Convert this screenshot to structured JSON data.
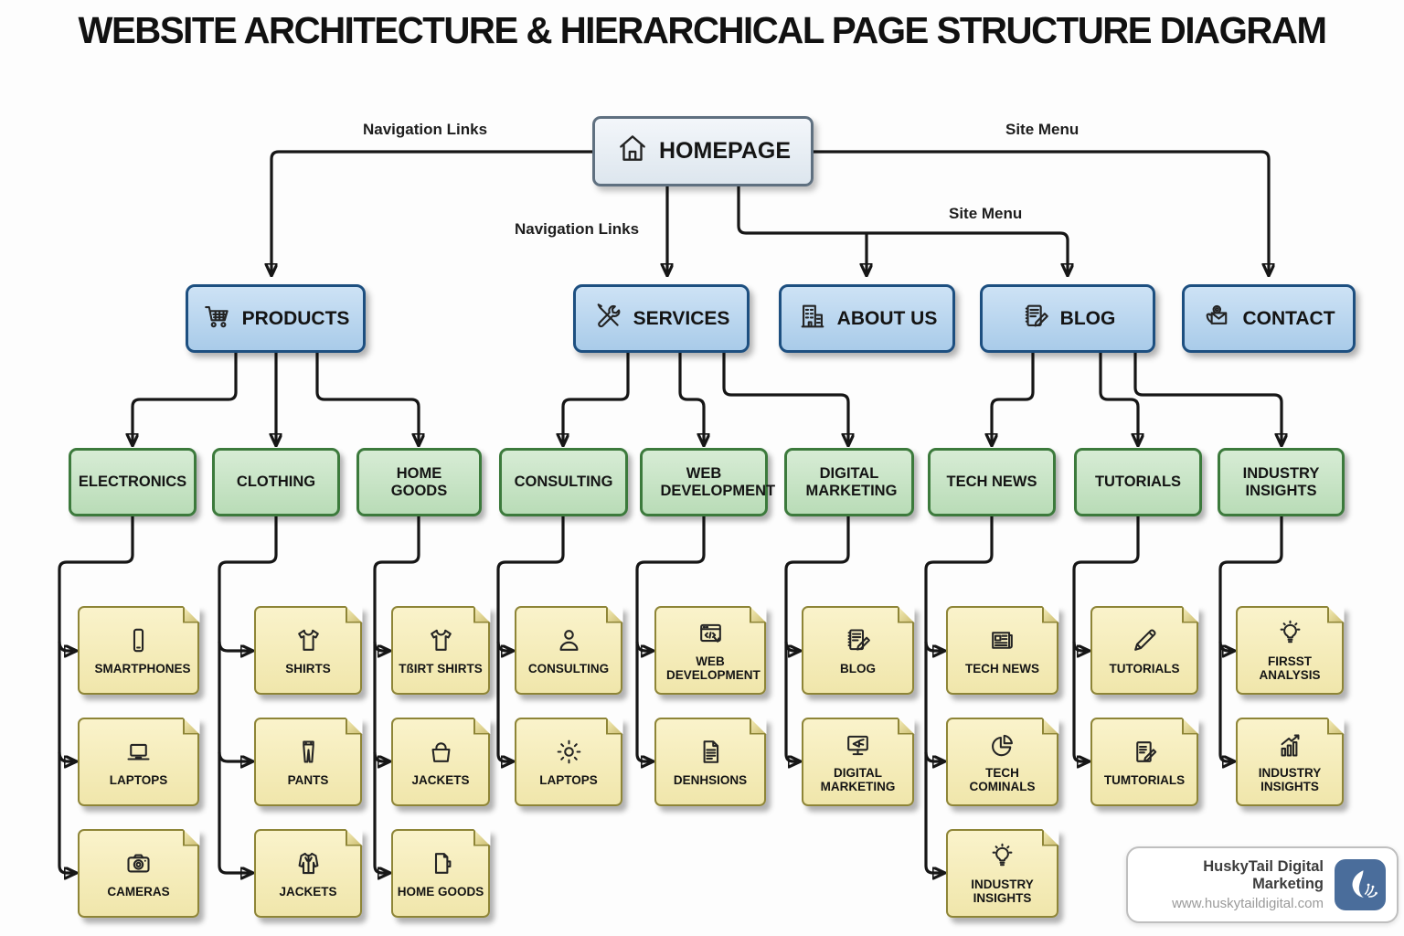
{
  "title": "WEBSITE ARCHITECTURE & HIERARCHICAL PAGE STRUCTURE DIAGRAM",
  "edge_labels": {
    "nav_links_top": "Navigation Links",
    "site_menu_top": "Site Menu",
    "nav_links_mid": "Navigation Links",
    "site_menu_mid": "Site Menu"
  },
  "homepage": {
    "label": "HOMEPAGE",
    "icon": "home-icon"
  },
  "level2": [
    {
      "label": "PRODUCTS",
      "icon": "shopping-cart-icon"
    },
    {
      "label": "SERVICES",
      "icon": "tools-icon"
    },
    {
      "label": "ABOUT US",
      "icon": "building-icon"
    },
    {
      "label": "BLOG",
      "icon": "notepad-pencil-icon"
    },
    {
      "label": "CONTACT",
      "icon": "phone-envelope-icon"
    }
  ],
  "level3": [
    {
      "label": "ELECTRONICS"
    },
    {
      "label": "CLOTHING"
    },
    {
      "label": "HOME GOODS"
    },
    {
      "label": "CONSULTING"
    },
    {
      "label": "WEB DEVELOPMENT"
    },
    {
      "label": "DIGITAL MARKETING"
    },
    {
      "label": "TECH NEWS"
    },
    {
      "label": "TUTORIALS"
    },
    {
      "label": "INDUSTRY INSIGHTS"
    }
  ],
  "leaves": {
    "electronics": [
      {
        "label": "SMARTPHONES",
        "icon": "smartphone-icon"
      },
      {
        "label": "LAPTOPS",
        "icon": "laptop-icon"
      },
      {
        "label": "CAMERAS",
        "icon": "camera-icon"
      }
    ],
    "clothing": [
      {
        "label": "SHIRTS",
        "icon": "tshirt-icon"
      },
      {
        "label": "PANTS",
        "icon": "pants-icon"
      },
      {
        "label": "JACKETS",
        "icon": "jacket-icon"
      }
    ],
    "home_goods": [
      {
        "label": "TßIRT SHIRTS",
        "icon": "tshirt-icon"
      },
      {
        "label": "JACKETS",
        "icon": "handbag-icon"
      },
      {
        "label": "HOME GOODS",
        "icon": "pages-icon"
      }
    ],
    "consulting": [
      {
        "label": "CONSULTING",
        "icon": "person-icon"
      },
      {
        "label": "LAPTOPS",
        "icon": "gear-icon"
      }
    ],
    "web_development": [
      {
        "label": "WEB DEVELOPMENT",
        "icon": "browser-code-icon"
      },
      {
        "label": "DENHSIONS",
        "icon": "document-icon"
      }
    ],
    "digital_marketing": [
      {
        "label": "BLOG",
        "icon": "notepad-pencil-icon"
      },
      {
        "label": "DIGITAL MARKETING",
        "icon": "monitor-megaphone-icon"
      }
    ],
    "tech_news": [
      {
        "label": "TECH NEWS",
        "icon": "newspaper-icon"
      },
      {
        "label": "TECH COMINALS",
        "icon": "pie-chart-icon"
      },
      {
        "label": "INDUSTRY INSIGHTS",
        "icon": "lightbulb-icon"
      }
    ],
    "tutorials": [
      {
        "label": "TUTORIALS",
        "icon": "pencil-icon"
      },
      {
        "label": "TUMTORIALS",
        "icon": "document-pencil-icon"
      }
    ],
    "industry_insights": [
      {
        "label": "FIRSST ANALYSIS",
        "icon": "lightbulb-icon"
      },
      {
        "label": "INDUSTRY INSIGHTS",
        "icon": "bar-chart-up-icon"
      }
    ]
  },
  "footer": {
    "brand": "HuskyTail Digital Marketing",
    "url": "www.huskytaildigital.com",
    "logo": "huskytail-tail-icon"
  },
  "colors": {
    "background": "#fdfdfd",
    "homepage_fill": "#e8eef5",
    "homepage_border": "#5f7080",
    "level2_fill": "#bcd7f0",
    "level2_border": "#1d4f80",
    "level3_fill": "#c8e4c6",
    "level3_border": "#3c7a3c",
    "leaf_fill": "#f5edbc",
    "leaf_border": "#8e8537",
    "line": "#161616",
    "logo_blue": "#4a6d9b"
  }
}
